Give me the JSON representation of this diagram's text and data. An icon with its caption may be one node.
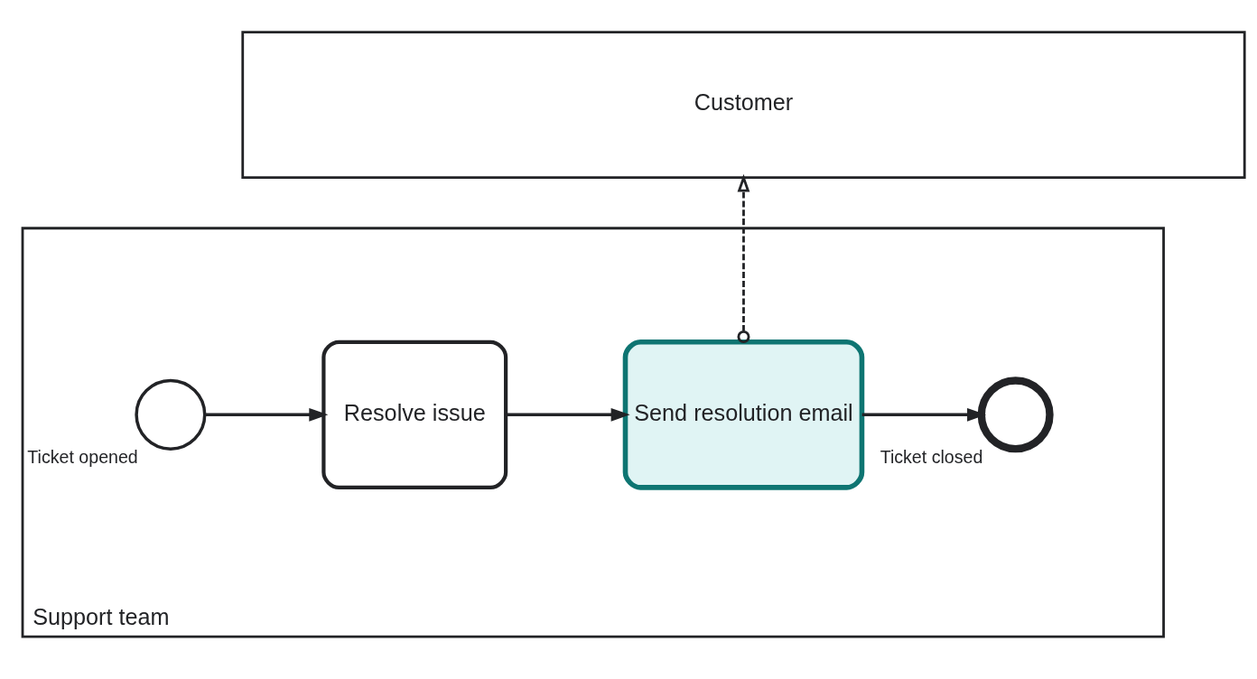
{
  "diagram": {
    "nodes": [
      {
        "text": [
          "Customer"
        ]
      },
      {
        "text": [
          "Support team"
        ]
      },
      {
        "text": [],
        "shape": "circle",
        "beside": [
          "Ticket opened"
        ],
        "in": 1
      },
      {
        "text": [
          "Resolve issue"
        ],
        "in": 1
      },
      {
        "text": [
          "Send resolution email"
        ],
        "in": 1
      },
      {
        "text": [],
        "shape": "circle",
        "beside": [
          "Ticket closed"
        ],
        "in": 1
      }
    ],
    "edges": [
      {
        "from": 2,
        "to": 3,
        "arrow": "to"
      },
      {
        "from": 3,
        "to": 4,
        "arrow": "to"
      },
      {
        "from": 4,
        "to": 0,
        "arrow": "to",
        "style": "dashed"
      },
      {
        "from": 4,
        "to": 5,
        "arrow": "to"
      }
    ]
  }
}
